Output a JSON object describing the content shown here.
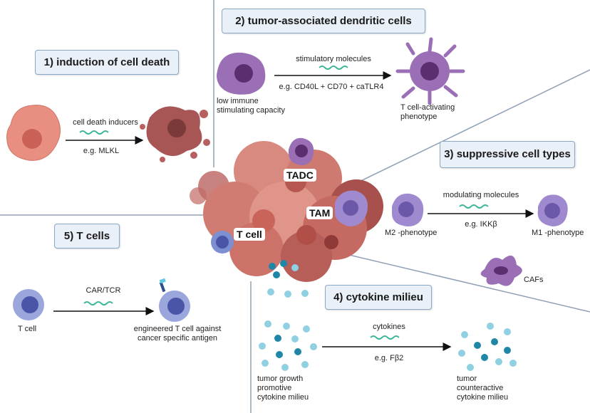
{
  "sections": {
    "s1": {
      "title": "1) induction of cell death",
      "top": "cell death inducers",
      "bottom": "e.g.  MLKL"
    },
    "s2": {
      "title": "2) tumor-associated dendritic cells",
      "top": "stimulatory  molecules",
      "bottom": "e.g. CD40L + CD70 + caTLR4",
      "left_caption": "low immune\nstimulating capacity",
      "right_caption": "T cell-activating\nphenotype"
    },
    "s3": {
      "title": "3) suppressive cell types",
      "top": "modulating molecules",
      "bottom": "e.g. IKKβ",
      "left_caption": "M2 -phenotype",
      "right_caption": "M1 -phenotype",
      "extra_caption": "CAFs"
    },
    "s4": {
      "title": "4) cytokine milieu",
      "top": "cytokines",
      "bottom": "e.g. Fβ2",
      "left_caption": "tumor growth\npromotive\ncytokine milieu",
      "right_caption": "tumor\ncounteractive\ncytokine milieu"
    },
    "s5": {
      "title": "5) T cells",
      "top": "CAR/TCR",
      "left_caption": "T cell",
      "right_caption": "engineered T cell against\ncancer specific antigen"
    }
  },
  "tumor_labels": {
    "tadc": "TADC",
    "tam": "TAM",
    "tcell": "T cell"
  },
  "colors": {
    "divider": "#8fa0b4",
    "box_fill": "#e9f0f8",
    "box_border": "#8aa8c8",
    "tumor": "#c9645a",
    "purple": "#9b6fb5",
    "blue_cell": "#7e8fd1",
    "cytokine_light": "#8fd0e3",
    "cytokine_dark": "#1f86a8",
    "dna": "#3fb89a"
  }
}
